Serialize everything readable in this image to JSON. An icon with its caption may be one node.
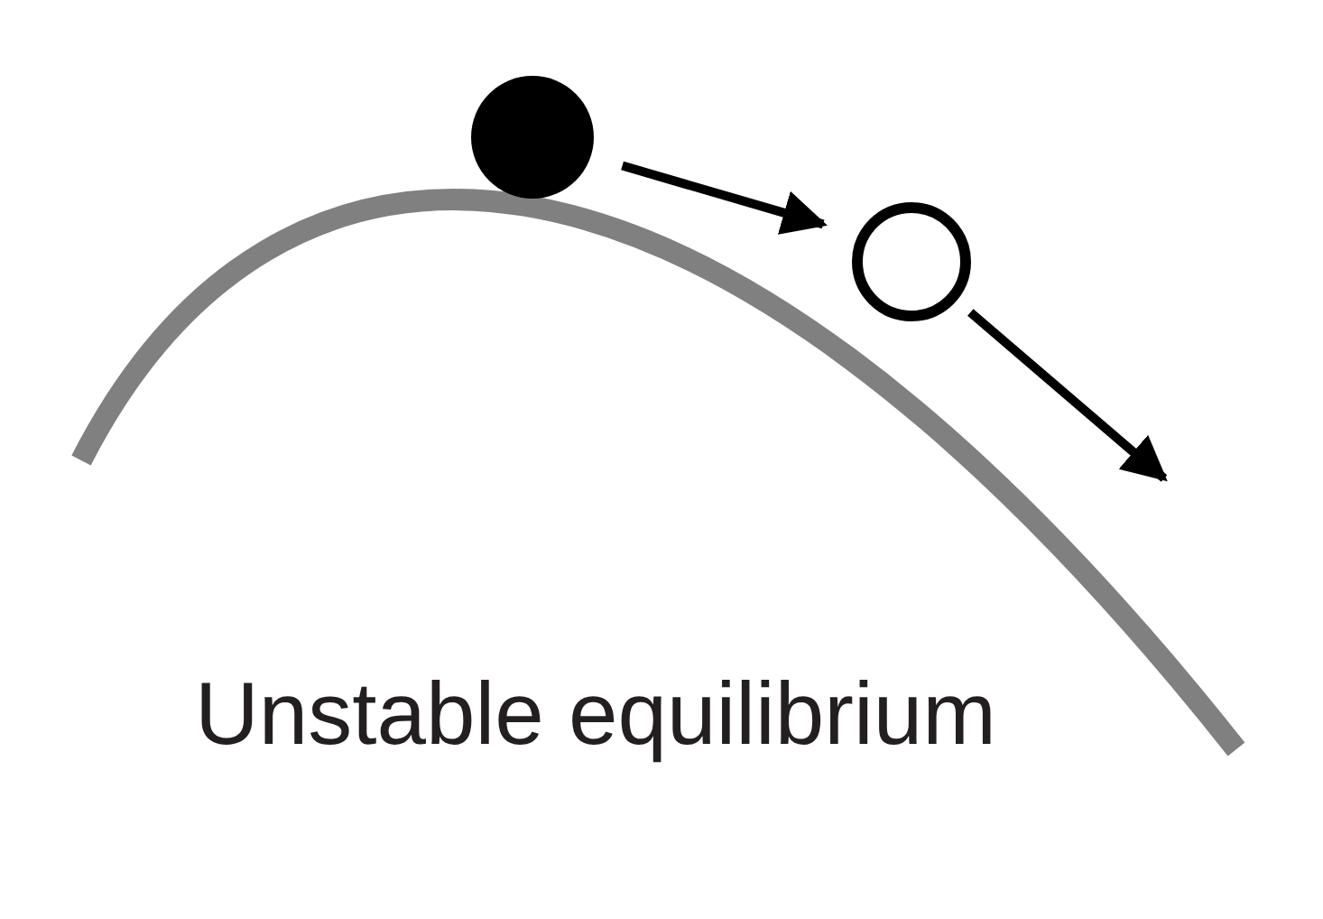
{
  "diagram": {
    "nodes": [
      {
        "text": [],
        "shape": "circle"
      },
      {
        "text": [],
        "shape": "circle"
      }
    ],
    "edges": [
      {
        "from": 0,
        "to": 1,
        "arrow": "to"
      },
      {
        "from": 1,
        "to": null,
        "arrow": "to"
      }
    ],
    "labels": [
      "Unstable equilibrium"
    ]
  }
}
